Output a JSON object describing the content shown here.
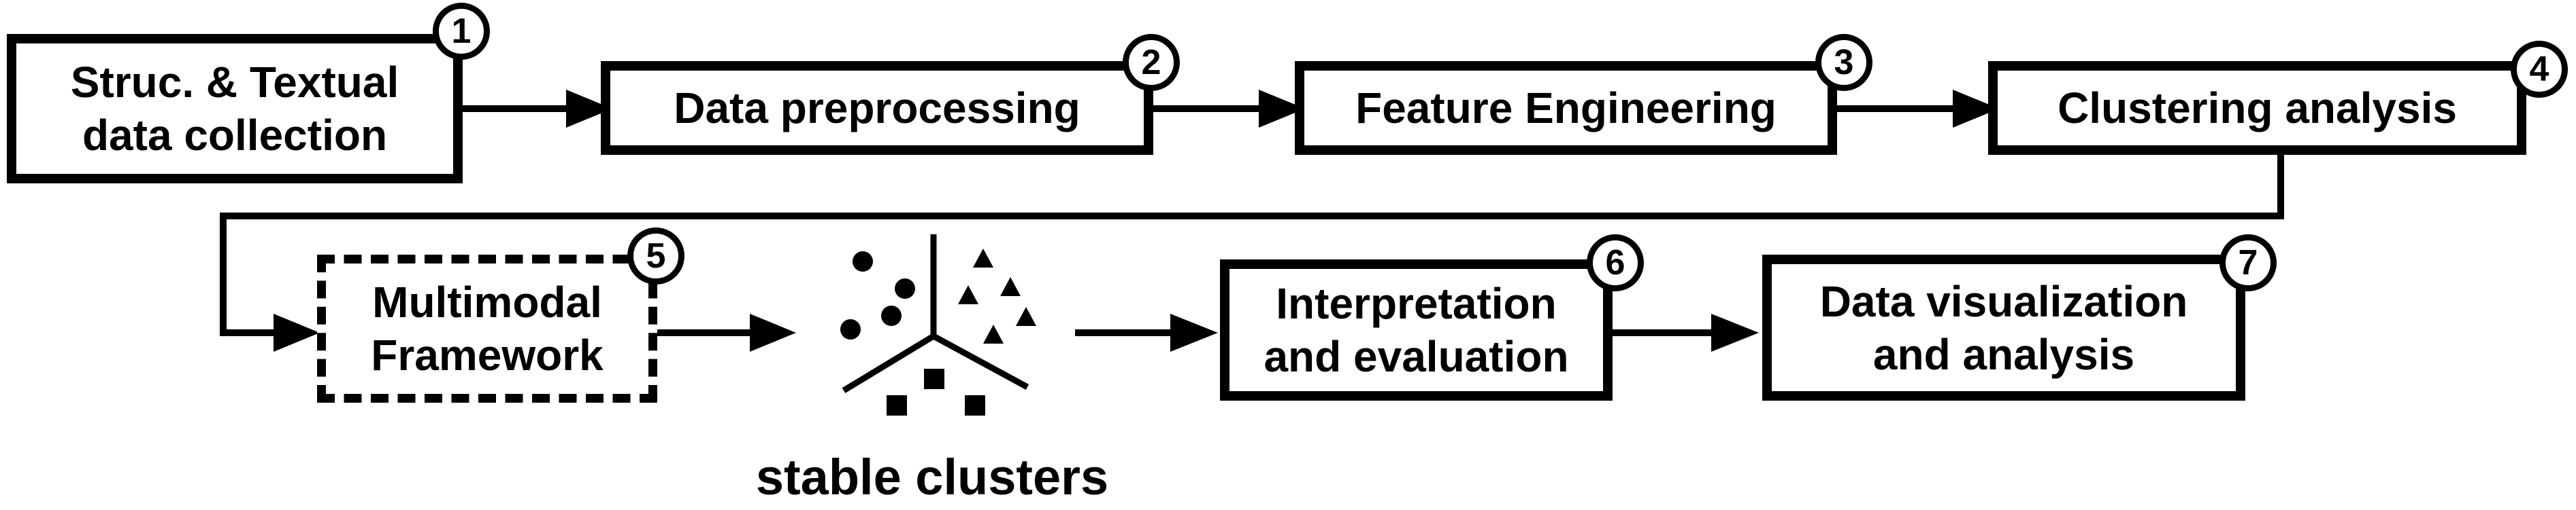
{
  "steps": [
    {
      "number": "1",
      "line1": "Struc. & Textual",
      "line2": "data collection"
    },
    {
      "number": "2",
      "line1": "Data preprocessing",
      "line2": ""
    },
    {
      "number": "3",
      "line1": "Feature Engineering",
      "line2": ""
    },
    {
      "number": "4",
      "line1": "Clustering analysis",
      "line2": ""
    },
    {
      "number": "5",
      "line1": "Multimodal",
      "line2": "Framework"
    },
    {
      "number": "6",
      "line1": "Interpretation",
      "line2": "and evaluation"
    },
    {
      "number": "7",
      "line1": "Data visualization",
      "line2": "and analysis"
    }
  ],
  "clusters_caption": "stable clusters",
  "colors": {
    "stroke": "#000000",
    "background": "#ffffff"
  },
  "icons": {
    "clusters": "cluster-scatter-icon",
    "arrows": "arrow-right-icon"
  }
}
